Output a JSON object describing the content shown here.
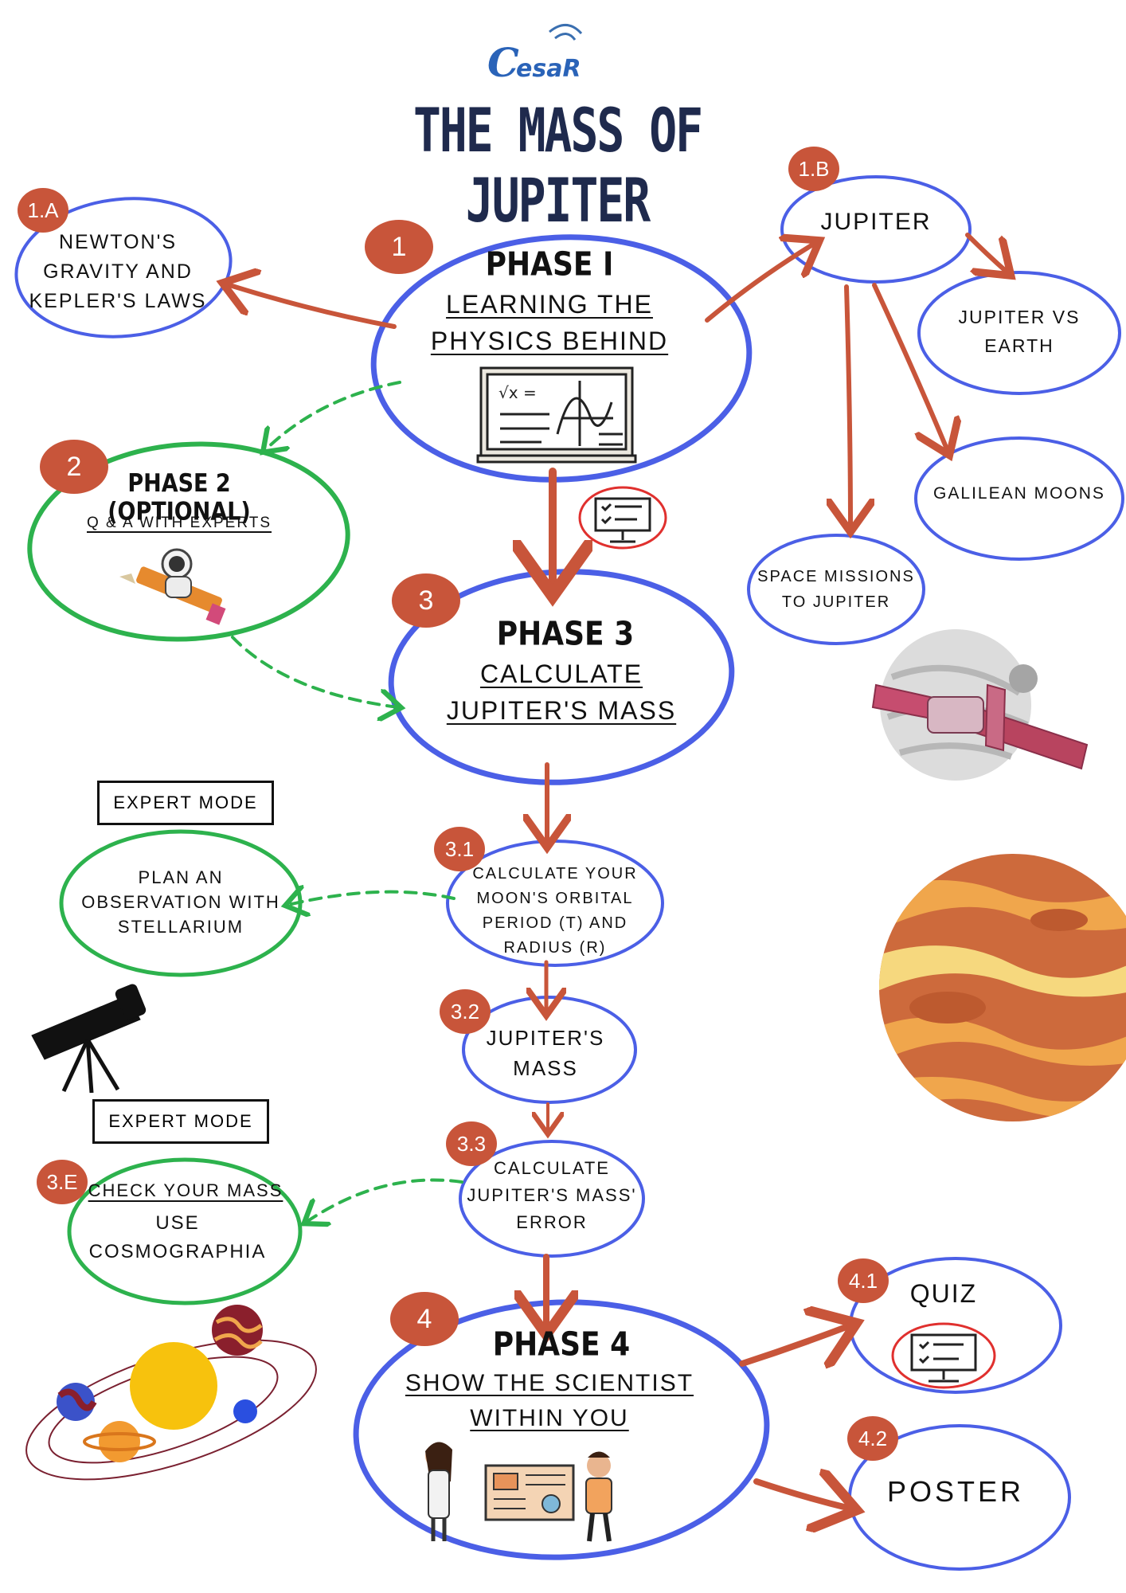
{
  "logo": {
    "text": "CesaR"
  },
  "title": "THE MASS OF JUPITER",
  "phase1": {
    "badge": "1",
    "heading": "PHASE I",
    "line1": "LEARNING THE",
    "line2": "PHYSICS BEHIND"
  },
  "node_1a": {
    "badge": "1.A",
    "text": "NEWTON'S GRAVITY AND KEPLER'S LAWS"
  },
  "node_1b": {
    "badge": "1.B",
    "text": "JUPITER"
  },
  "jupiter_vs_earth": "JUPITER VS EARTH",
  "galilean_moons": "GALILEAN MOONS",
  "space_missions": "SPACE MISSIONS TO JUPITER",
  "phase2": {
    "badge": "2",
    "heading": "PHASE 2 (OPTIONAL)",
    "sub": "Q & A WITH EXPERTS"
  },
  "phase3": {
    "badge": "3",
    "heading": "PHASE 3",
    "line1": "CALCULATE",
    "line2": "JUPITER'S MASS"
  },
  "expert_mode_1": "EXPERT MODE",
  "stellarium": "PLAN AN OBSERVATION WITH STELLARIUM",
  "node_31": {
    "badge": "3.1",
    "text": "CALCULATE YOUR MOON'S ORBITAL PERIOD (T) AND RADIUS (R)"
  },
  "node_32": {
    "badge": "3.2",
    "text": "JUPITER'S MASS"
  },
  "expert_mode_2": "EXPERT MODE",
  "node_3e": {
    "badge": "3.E",
    "line1": "CHECK YOUR MASS",
    "line2": "USE COSMOGRAPHIA"
  },
  "node_33": {
    "badge": "3.3",
    "text": "CALCULATE JUPITER'S MASS' ERROR"
  },
  "phase4": {
    "badge": "4",
    "heading": "PHASE 4",
    "line1": "SHOW THE SCIENTIST",
    "line2": "WITHIN YOU"
  },
  "node_41": {
    "badge": "4.1",
    "text": "QUIZ"
  },
  "node_42": {
    "badge": "4.2",
    "text": "POSTER"
  },
  "colors": {
    "blue": "#4b5fe6",
    "green": "#2db24d",
    "orange": "#c8553a",
    "navy": "#1f2a4d"
  }
}
